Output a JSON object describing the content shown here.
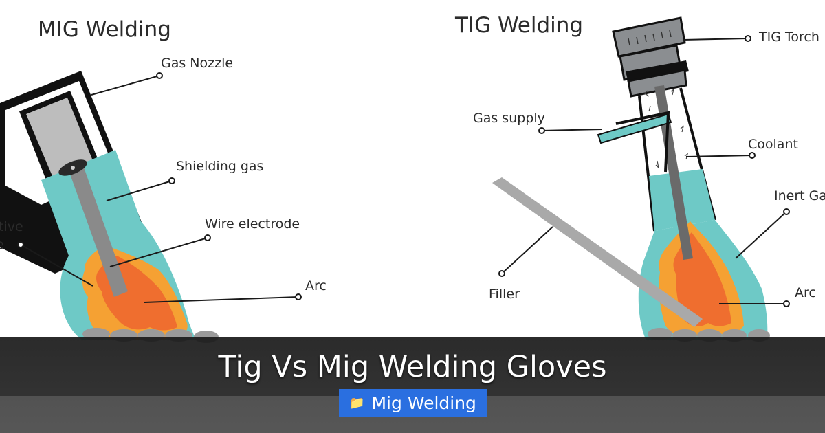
{
  "diagram": {
    "mig": {
      "title": "MIG Welding",
      "labels": {
        "gas_nozzle": "Gas Nozzle",
        "shielding_gas": "Shielding gas",
        "wire_electrode": "Wire electrode",
        "arc": "Arc",
        "consumable_line1": "tive",
        "consumable_line2": "e"
      }
    },
    "tig": {
      "title": "TIG Welding",
      "labels": {
        "tig_torch": "TIG Torch",
        "gas_supply": "Gas supply",
        "coolant": "Coolant",
        "inert_gas": "Inert Ga",
        "filler": "Filler",
        "arc": "Arc"
      }
    },
    "colors": {
      "gas": "#6ec9c6",
      "nozzle": "#111111",
      "flame_outer": "#f5a133",
      "flame_inner": "#ef6e2f",
      "electrode": "#8a8a8a",
      "torch_cap": "#8b8e91"
    }
  },
  "banner": {
    "title": "Tig Vs Mig Welding Gloves",
    "category": {
      "icon": "folder-icon",
      "label": "Mig Welding"
    }
  }
}
